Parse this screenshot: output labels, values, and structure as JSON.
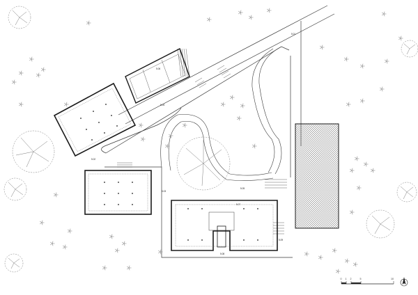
{
  "colors": {
    "line": "#3a3a3a",
    "wall": "#1a1a1a",
    "tree": "#7a7a7a",
    "shrub": "#8a8a8a",
    "hatch": "#6a6a6a"
  },
  "labels": {
    "north_building": "5.06",
    "northwest_building": "5.02",
    "walkway": "5.04",
    "road_top": "5.01",
    "west_building": "5.03",
    "courtyard": "5.05",
    "main_building_entry": "5.07",
    "main_building_south": "5.08",
    "main_building_east": "5.09"
  },
  "scale_bar": {
    "ticks": [
      "0",
      "1",
      "2",
      "5",
      "10"
    ]
  },
  "icons": {
    "north_arrow": "north-arrow-icon"
  }
}
